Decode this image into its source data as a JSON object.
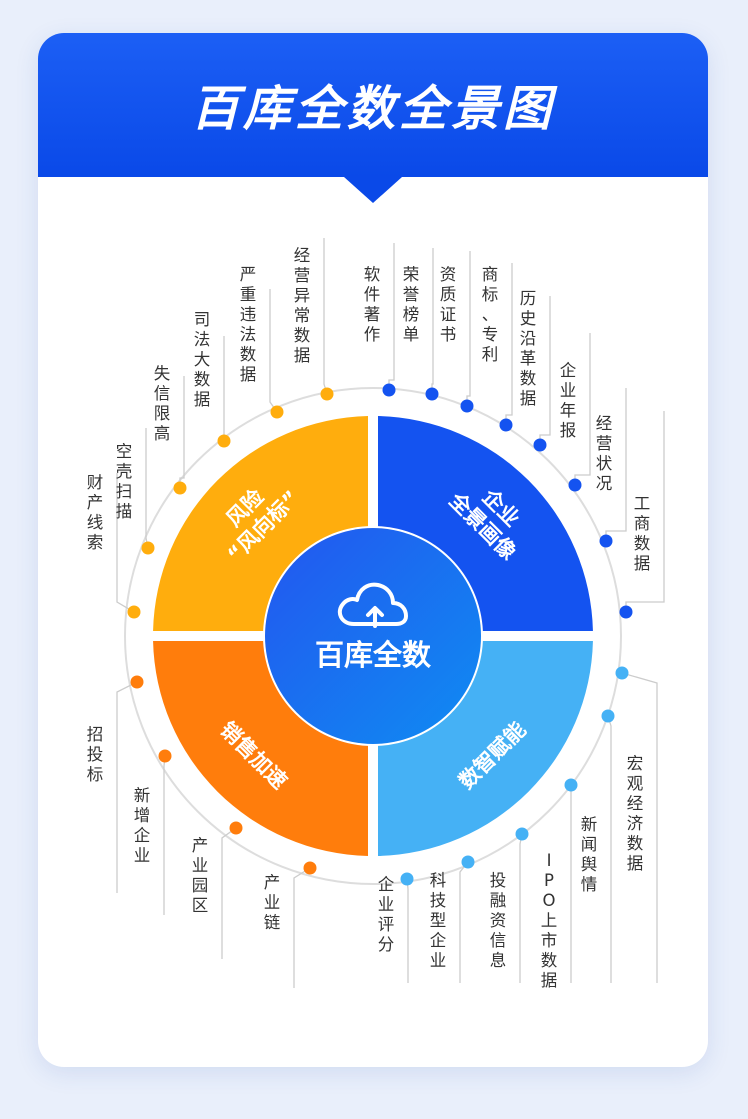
{
  "title": "百库全数全景图",
  "center": {
    "label": "百库全数",
    "icon": "cloud-upload-icon"
  },
  "quadrants": [
    {
      "id": "risk",
      "line1": "风险",
      "line2": "“风向标”",
      "color": "#ffad0d"
    },
    {
      "id": "enterprise",
      "line1": "企业",
      "line2": "全景画像",
      "color": "#1453f0"
    },
    {
      "id": "sales",
      "line1": "销售加速",
      "line2": "",
      "color": "#ff7d0c"
    },
    {
      "id": "data",
      "line1": "数智赋能",
      "line2": "",
      "color": "#45b1f5"
    }
  ],
  "colors": {
    "orange_dot": "#ffad0d",
    "dark_orange_dot": "#ff7d0c",
    "blue_dot": "#1453f0",
    "light_blue_dot": "#45b1f5",
    "text": "#333333",
    "line": "#cccccc"
  },
  "labels": [
    {
      "text": "财产线索",
      "group": "risk"
    },
    {
      "text": "空壳扫描",
      "group": "risk"
    },
    {
      "text": "失信限高",
      "group": "risk"
    },
    {
      "text": "司法大数据",
      "group": "risk"
    },
    {
      "text": "严重违法数据",
      "group": "risk"
    },
    {
      "text": "经营异常数据",
      "group": "risk"
    },
    {
      "text": "软件著作",
      "group": "enterprise"
    },
    {
      "text": "荣誉榜单",
      "group": "enterprise"
    },
    {
      "text": "资质证书",
      "group": "enterprise"
    },
    {
      "text": "商标、专利",
      "group": "enterprise"
    },
    {
      "text": "历史沿革数据",
      "group": "enterprise"
    },
    {
      "text": "企业年报",
      "group": "enterprise"
    },
    {
      "text": "经营状况",
      "group": "enterprise"
    },
    {
      "text": "工商数据",
      "group": "enterprise"
    },
    {
      "text": "招投标",
      "group": "sales"
    },
    {
      "text": "新增企业",
      "group": "sales"
    },
    {
      "text": "产业园区",
      "group": "sales"
    },
    {
      "text": "产业链",
      "group": "sales"
    },
    {
      "text": "企业评分",
      "group": "data"
    },
    {
      "text": "科技型企业",
      "group": "data"
    },
    {
      "text": "投融资信息",
      "group": "data"
    },
    {
      "text": "IPO上市数据",
      "group": "data"
    },
    {
      "text": "新闻舆情",
      "group": "data"
    },
    {
      "text": "宏观经济数据",
      "group": "data"
    }
  ]
}
